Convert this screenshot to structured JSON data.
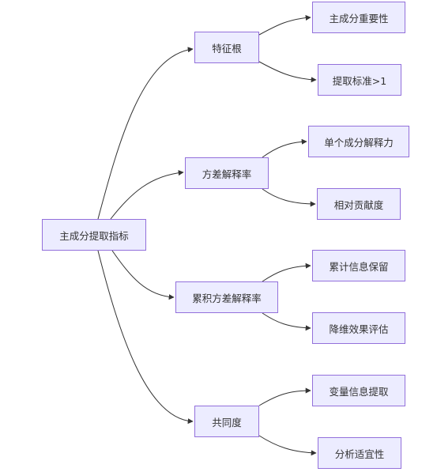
{
  "colors": {
    "node_fill": "#ececff",
    "node_border": "#9370db",
    "text": "#333333",
    "edge": "#333333"
  },
  "diagram": {
    "root": {
      "label": "主成分提取指标"
    },
    "groups": [
      {
        "label": "特征根",
        "children": [
          "主成分重要性",
          "提取标准>1"
        ]
      },
      {
        "label": "方差解释率",
        "children": [
          "单个成分解释力",
          "相对贡献度"
        ]
      },
      {
        "label": "累积方差解释率",
        "children": [
          "累计信息保留",
          "降维效果评估"
        ]
      },
      {
        "label": "共同度",
        "children": [
          "变量信息提取",
          "分析适宜性"
        ]
      }
    ]
  }
}
